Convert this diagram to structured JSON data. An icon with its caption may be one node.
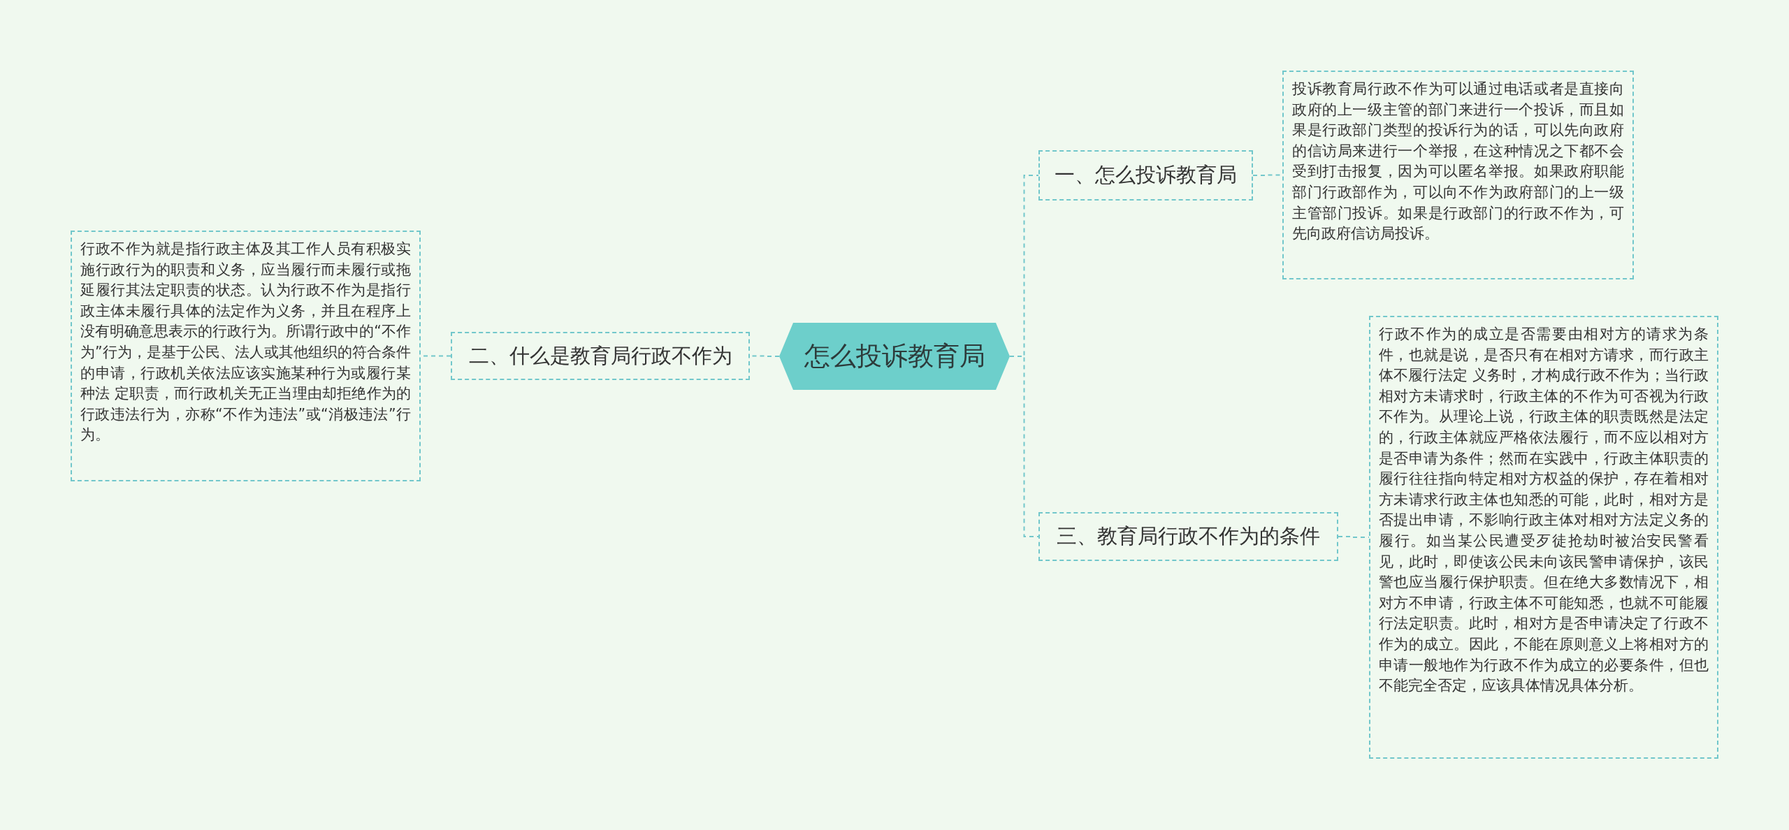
{
  "diagram": {
    "nodes": [
      {
        "text": [
          "怎么投诉教育局"
        ]
      },
      {
        "text": [
          "一、怎么投诉教育局"
        ]
      },
      {
        "text": [
          "投诉教育局行政不作为可以通过电话或者是直接向政府的上一级主管的部门来进行一个投诉，而且如果是行政部门类型的投诉行为的话，可以先向政府的信访局来进行一个举报，在这种情况之下都不会受到打击报复，因为可以匿名举报。如果政府职能部门行政部作为，可以向不作为政府部门的上一级主管部门投诉。如果是行政部门的行政不作为，可先向政府信访局投诉。"
        ]
      },
      {
        "text": [
          "二、什么是教育局行政不作为"
        ]
      },
      {
        "text": [
          "行政不作为就是指行政主体及其工作人员有积极实施行政行为的职责和义务，应当履行而未履行或拖延履行其法定职责的状态。认为行政不作为是指行政主体未履行具体的法定作为义务，并且在程序上没有明确意思表示的行政行为。所谓行政中的“不作为”行为，是基于公民、法人或其他组织的符合条件的申请，行政机关依法应该实施某种行为或履行某种法 定职责，而行政机关无正当理由却拒绝作为的行政违法行为，亦称“不作为违法”或“消极违法”行为。"
        ]
      },
      {
        "text": [
          "三、教育局行政不作为的条件"
        ]
      },
      {
        "text": [
          "行政不作为的成立是否需要由相对方的请求为条件，也就是说，是否只有在相对方请求，而行政主体不履行法定 义务时，才构成行政不作为；当行政相对方未请求时，行政主体的不作为可否视为行政不作为。从理论上说，行政主体的职责既然是法定的，行政主体就应严格依法履行，而不应以相对方是否申请为条件；然而在实践中，行政主体职责的履行往往指向特定相对方权益的保护，存在着相对方未请求行政主体也知悉的可能，此时，相对方是否提出申请，不影响行政主体对相对方法定义务的履行。如当某公民遭受歹徒抢劫时被治安民警看见，此时，即使该公民未向该民警申请保护，该民警也应当履行保护职责。但在绝大多数情况下，相对方不申请，行政主体不可能知悉，也就不可能履行法定职责。此时，相对方是否申请决定了行政不作为的成立。因此，不能在原则意义上将相对方的申请一般地作为行政不作为成立的必要条件，但也不能完全否定，应该具体情况具体分析。"
        ]
      }
    ],
    "edges": [
      {
        "from": 0,
        "to": 1,
        "arrow": "none"
      },
      {
        "from": 1,
        "to": 2,
        "arrow": "none"
      },
      {
        "from": 0,
        "to": 3,
        "arrow": "none"
      },
      {
        "from": 3,
        "to": 4,
        "arrow": "none"
      },
      {
        "from": 0,
        "to": 5,
        "arrow": "none"
      },
      {
        "from": 5,
        "to": 6,
        "arrow": "none"
      }
    ]
  }
}
